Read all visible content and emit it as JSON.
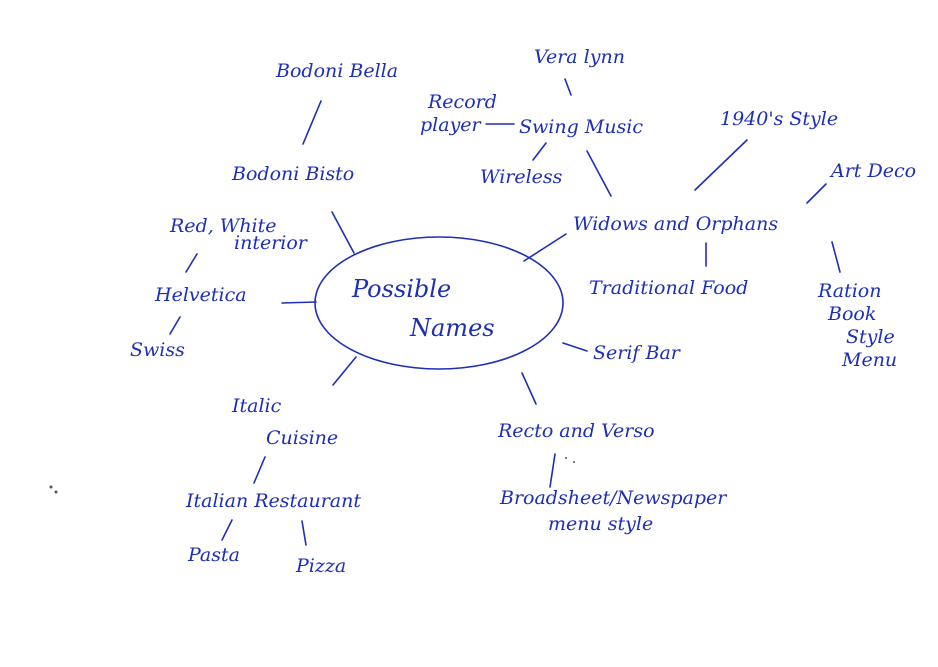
{
  "ink_color": "#1d2fb5",
  "center": {
    "line1": "Possible",
    "line2": "Names"
  },
  "labels": {
    "bodoni_bella": "Bodoni Bella",
    "bodoni_bisto": "Bodoni Bisto",
    "vera_lynn": "Vera lynn",
    "record": "Record",
    "player": "player",
    "swing_music": "Swing Music",
    "wireless": "Wireless",
    "style_1940s": "1940's Style",
    "art_deco": "Art Deco",
    "widows_orphans": "Widows and Orphans",
    "traditional_food": "Traditional Food",
    "ration": "Ration",
    "book": "Book",
    "style": "Style",
    "menu": "Menu",
    "red_white": "Red, White",
    "interior": "interior",
    "helvetica": "Helvetica",
    "swiss": "Swiss",
    "serif_bar": "Serif Bar",
    "italic": "Italic",
    "cuisine": "Cuisine",
    "italian_restaurant": "Italian Restaurant",
    "pasta": "Pasta",
    "pizza": "Pizza",
    "recto_verso": "Recto and Verso",
    "broadsheet": "Broadsheet/Newspaper",
    "menu_style": "menu style"
  }
}
